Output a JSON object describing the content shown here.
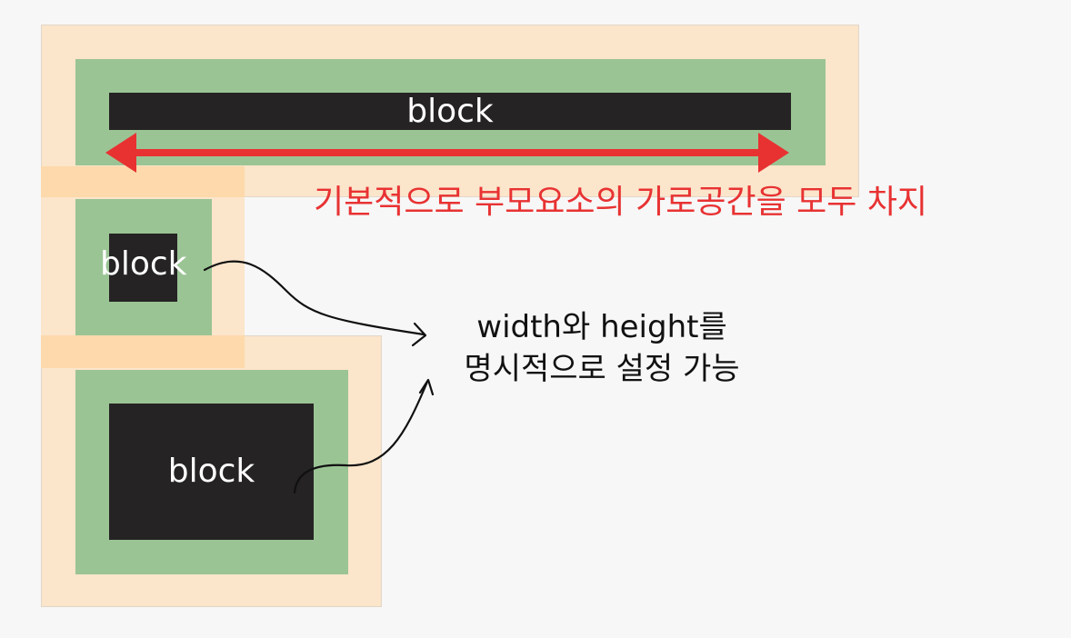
{
  "boxes": {
    "block1_label": "block",
    "block2_label": "block",
    "block3_label": "block"
  },
  "annotations": {
    "full_width_note": "기본적으로 부모요소의 가로공간을 모두 차지",
    "size_note_line1": "width와 height를",
    "size_note_line2": "명시적으로 설정 가능"
  },
  "colors": {
    "margin": "#fbe5cb",
    "margin_overlap": "#fdd9ab",
    "padding": "#9bc495",
    "content": "#252324",
    "arrow_red": "#e83232",
    "arrow_black": "#111111"
  }
}
